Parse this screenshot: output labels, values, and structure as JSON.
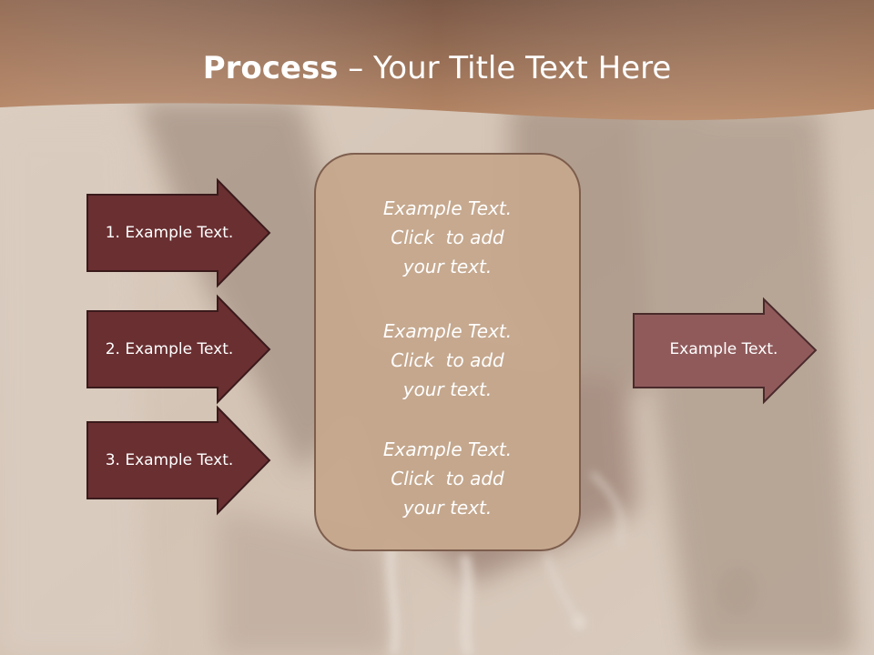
{
  "title": {
    "bold_part": "Process",
    "rest_part": " – Your Title Text Here"
  },
  "left_arrows": [
    {
      "label": "1. Example Text."
    },
    {
      "label": "2. Example Text."
    },
    {
      "label": "3. Example Text."
    }
  ],
  "center_blocks": [
    {
      "text": "Example Text.\nClick  to add\nyour text."
    },
    {
      "text": "Example Text.\nClick  to add\nyour text."
    },
    {
      "text": "Example Text.\nClick  to add\nyour text."
    }
  ],
  "right_arrow": {
    "label": "Example Text."
  },
  "colors": {
    "header_band": "#a97a5c",
    "left_arrow_fill": "#6a2f31",
    "right_arrow_fill": "#905a5b",
    "center_box_fill": "#c6a88e",
    "center_box_border": "#7b5b4a"
  }
}
